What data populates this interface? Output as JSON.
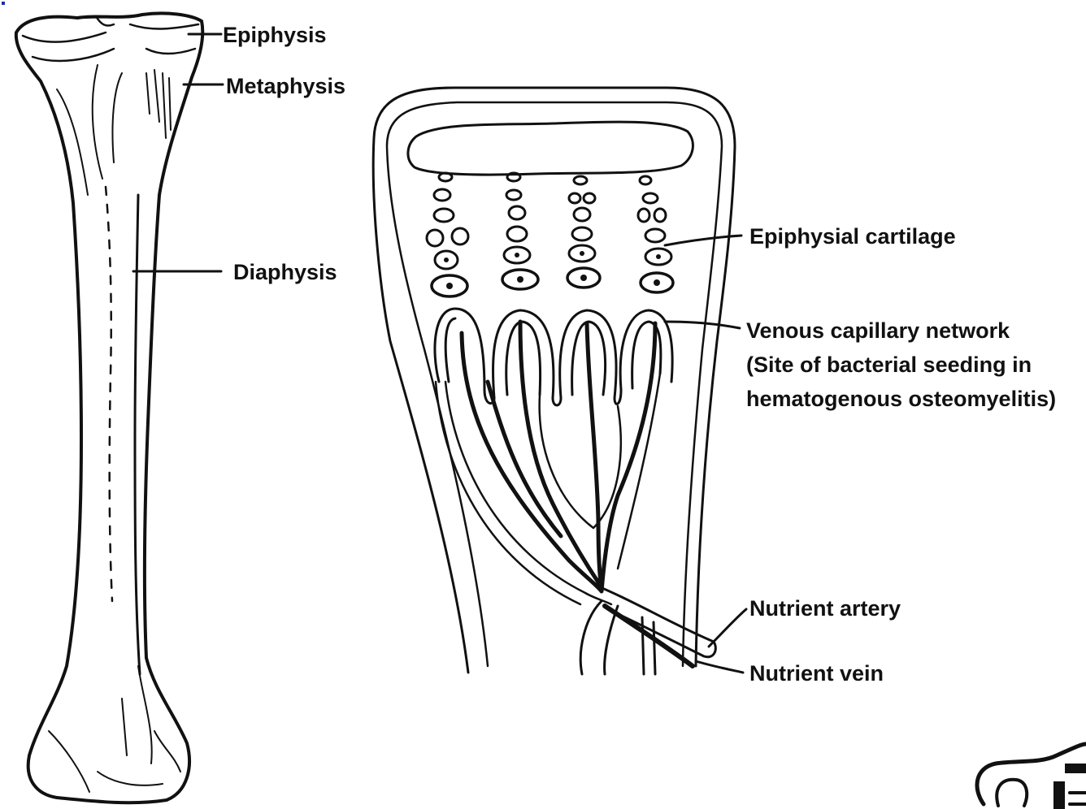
{
  "labels": {
    "epiphysis": "Epiphysis",
    "metaphysis": "Metaphysis",
    "diaphysis": "Diaphysis",
    "epiphysial_cartilage": "Epiphysial cartilage",
    "venous_network_line1": "Venous capillary network",
    "venous_network_line2": "(Site of bacterial seeding in",
    "venous_network_line3": "hematogenous osteomyelitis)",
    "nutrient_artery": "Nutrient artery",
    "nutrient_vein": "Nutrient vein"
  },
  "colors": {
    "ink": "#111111",
    "background": "#ffffff",
    "corner_dot": "#1b2fa8"
  }
}
